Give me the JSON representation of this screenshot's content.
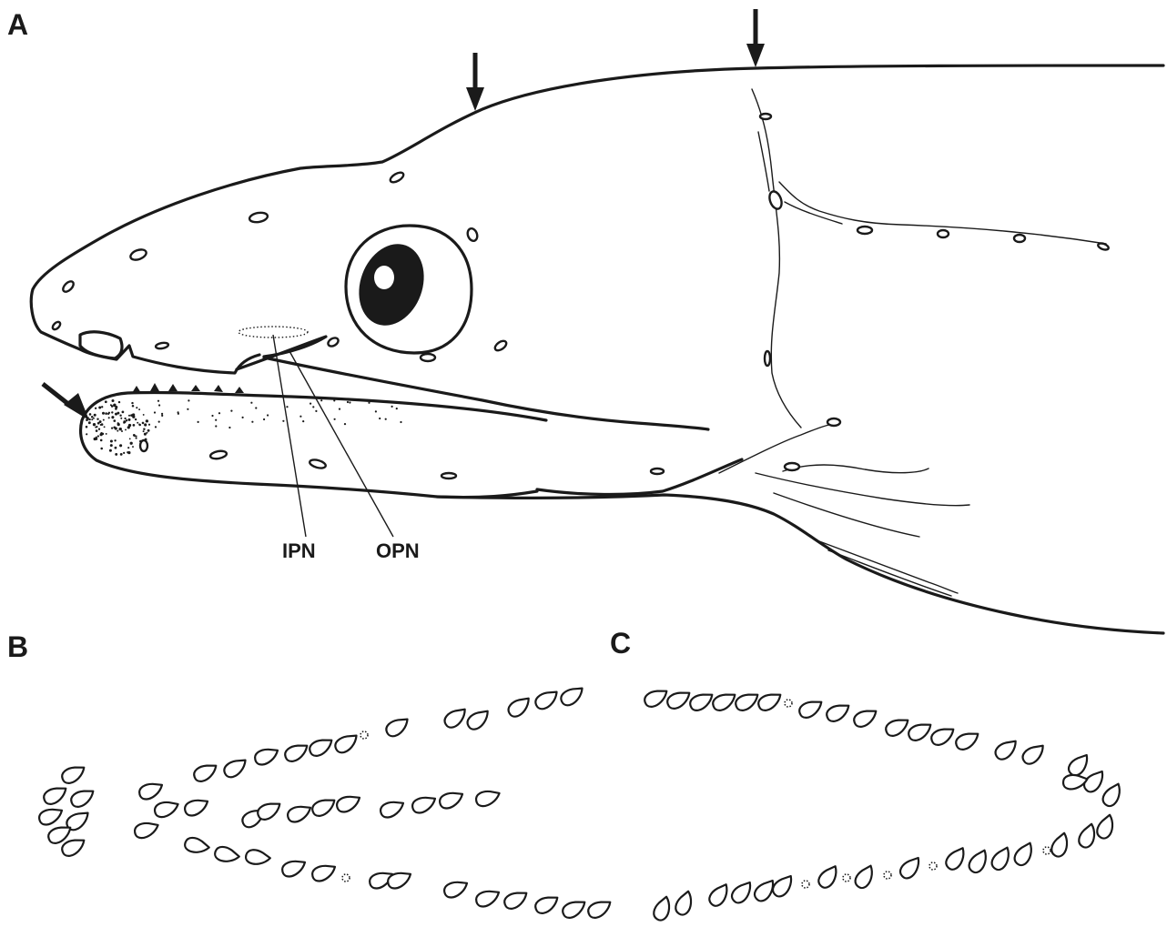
{
  "panels": {
    "a": {
      "letter": "A"
    },
    "b": {
      "letter": "B"
    },
    "c": {
      "letter": "C"
    }
  },
  "callouts": {
    "ipn": "IPN",
    "opn": "OPN"
  },
  "colors": {
    "ink": "#1a1a1a",
    "background": "#ffffff"
  }
}
